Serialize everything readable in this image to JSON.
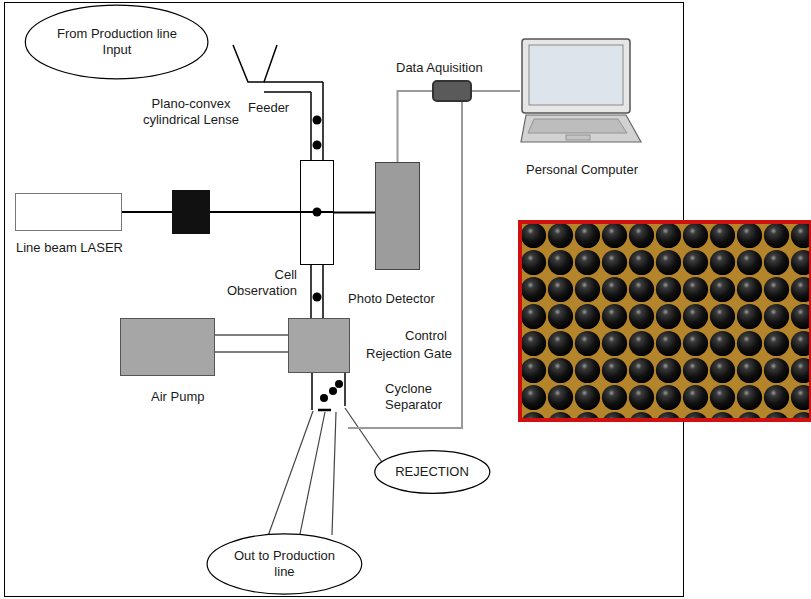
{
  "diagram": {
    "nodes": [
      {
        "text": [
          "From Production line Input"
        ]
      },
      {
        "text": [
          "Feeder"
        ]
      },
      {
        "text": [
          "Plano-convex cylindrical Lense"
        ]
      },
      {
        "text": [
          "Line beam LASER"
        ]
      },
      {
        "text": [
          "Cell Observation"
        ]
      },
      {
        "text": [
          "Photo Detector"
        ]
      },
      {
        "text": [
          "Data Aquisition"
        ]
      },
      {
        "text": [
          "Personal Computer"
        ]
      },
      {
        "text": [
          "Air Pump"
        ]
      },
      {
        "text": [
          "Cyclone Separator"
        ]
      },
      {
        "text": [
          "REJECTION"
        ]
      },
      {
        "text": [
          "Out to Production line"
        ]
      }
    ],
    "edges": [
      {
        "from": 3,
        "to": 2,
        "arrow": "none"
      },
      {
        "from": 2,
        "to": 4,
        "arrow": "none"
      },
      {
        "from": 4,
        "to": 5,
        "arrow": "none"
      },
      {
        "from": 5,
        "to": 6,
        "arrow": "none"
      },
      {
        "from": 6,
        "to": 7,
        "arrow": "none"
      }
    ],
    "labels": [
      "Control",
      "Rejection Gate"
    ]
  }
}
